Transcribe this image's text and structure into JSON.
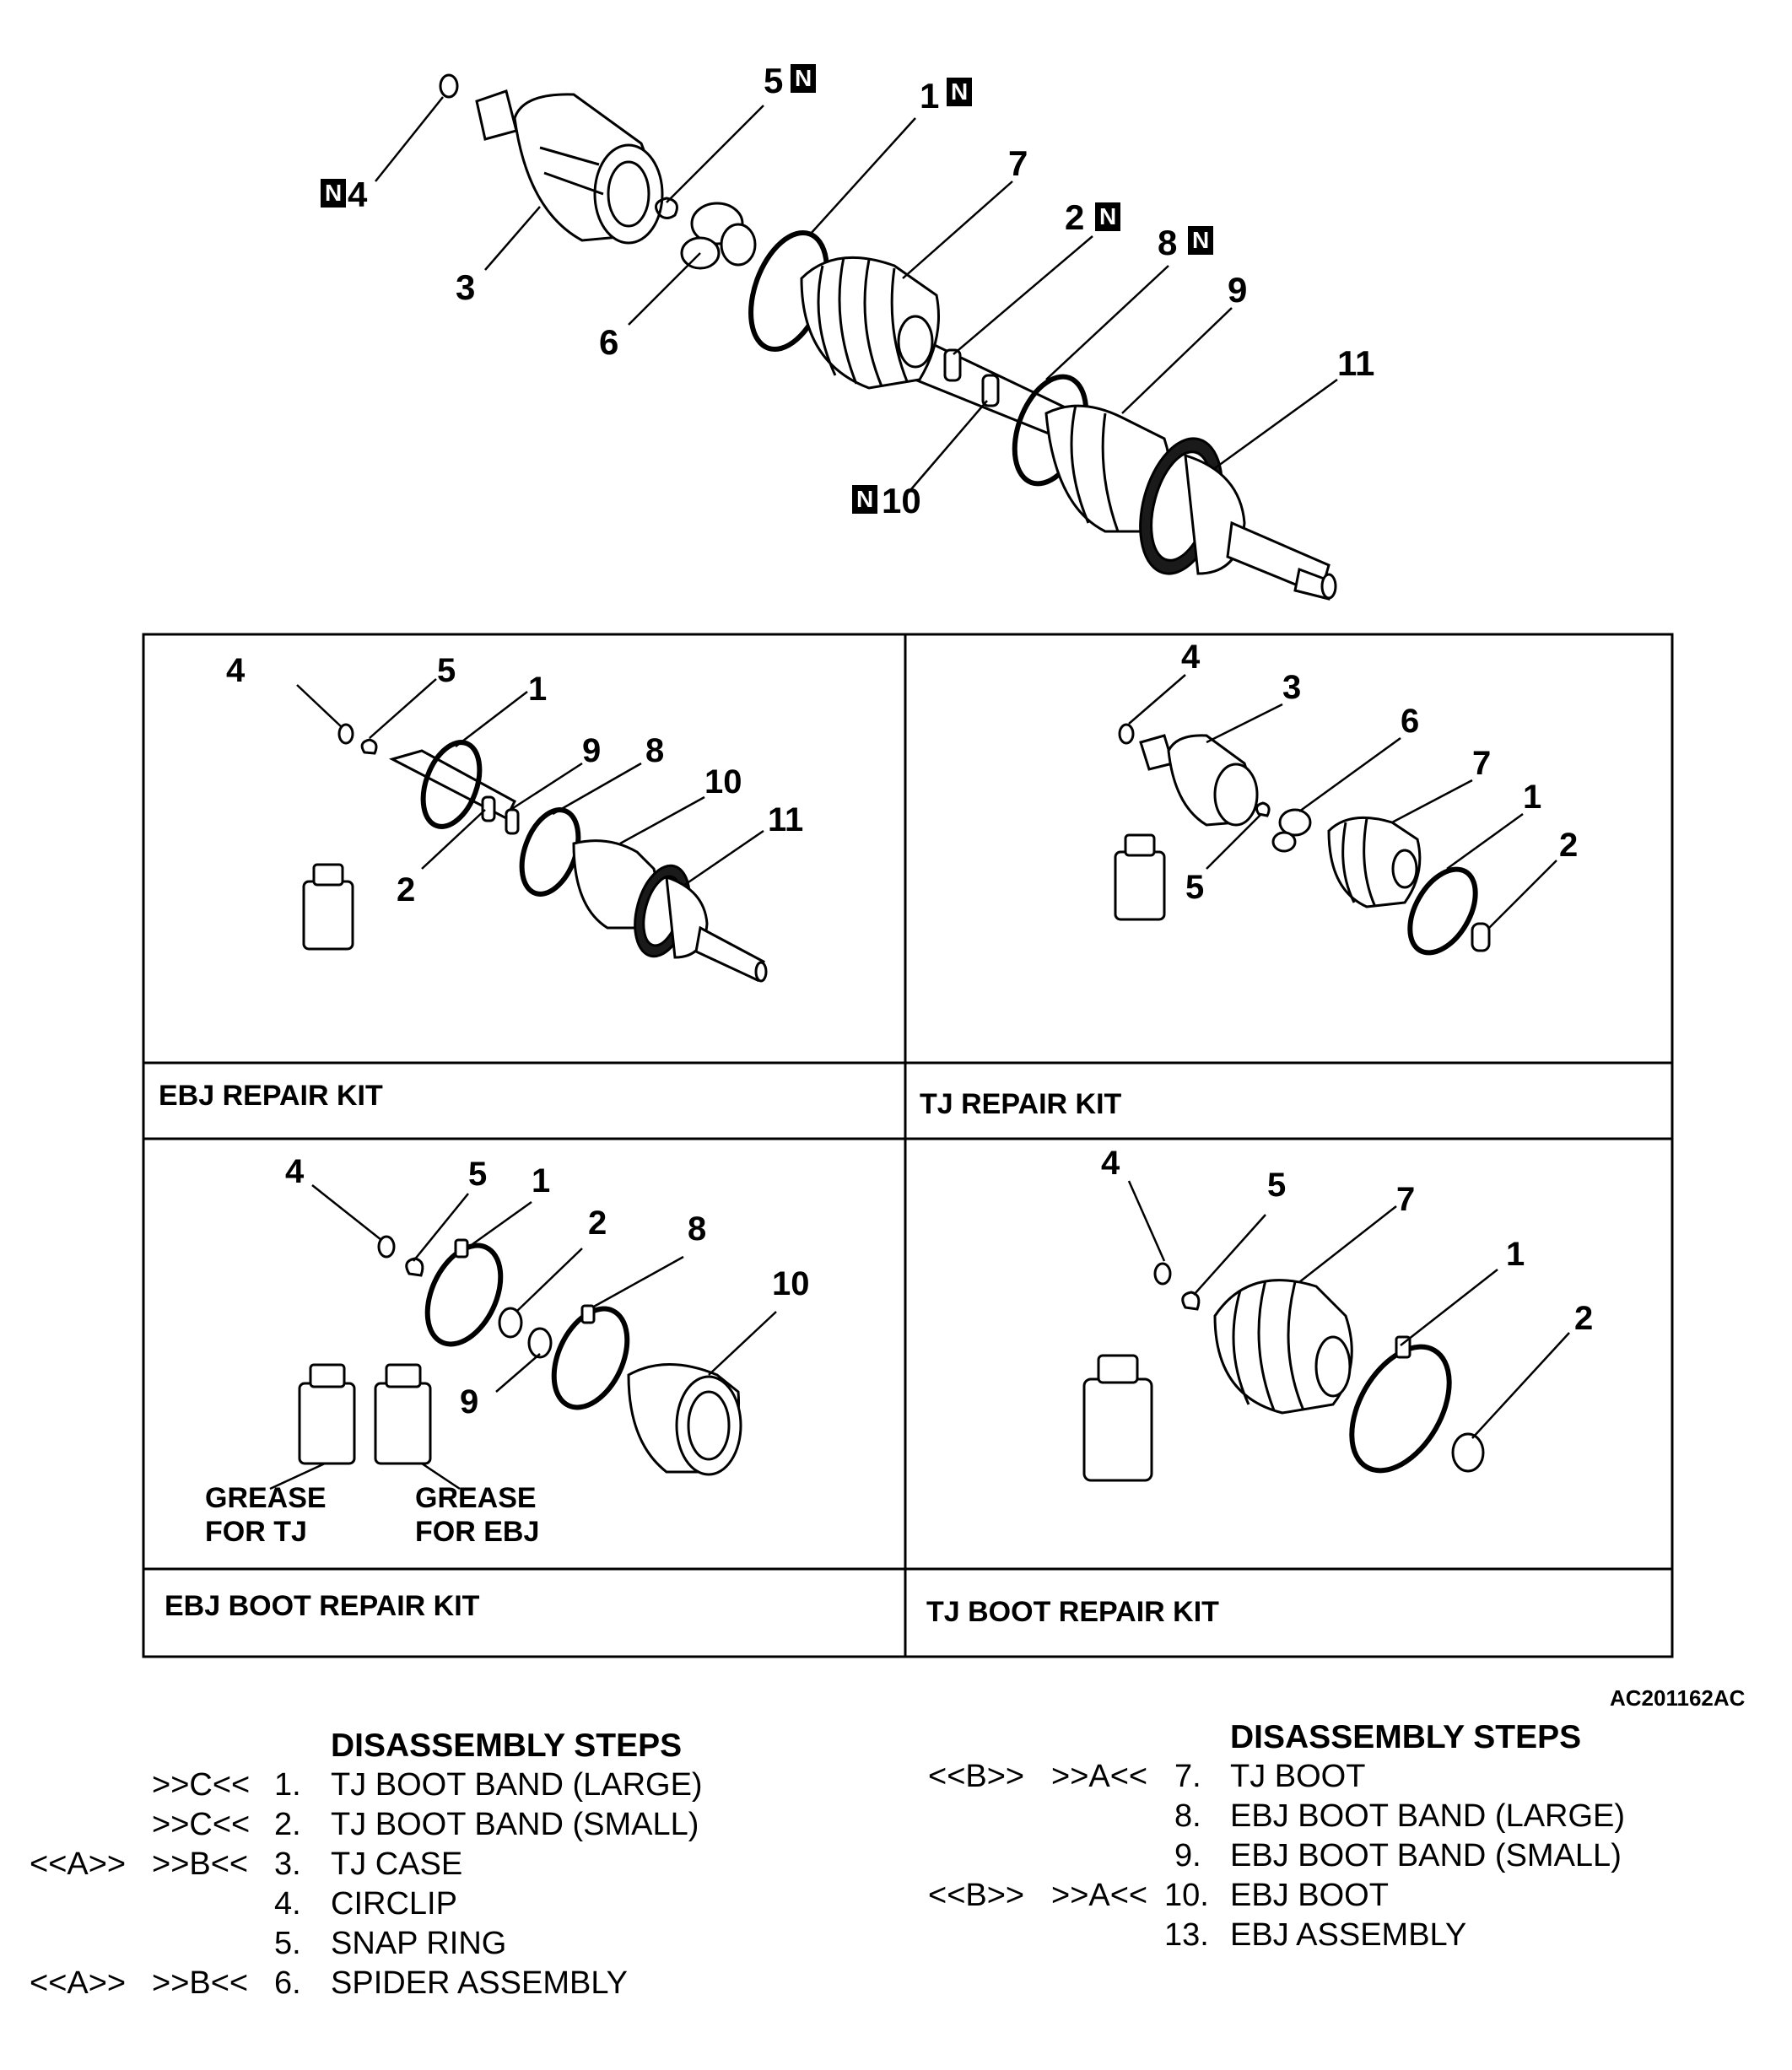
{
  "diagram_code": "AC201162AC",
  "badge_letter": "N",
  "main_labels": [
    {
      "id": "1",
      "text": "1",
      "badge": true
    },
    {
      "id": "2",
      "text": "2",
      "badge": true
    },
    {
      "id": "3",
      "text": "3",
      "badge": false
    },
    {
      "id": "4",
      "text": "4",
      "badge": true
    },
    {
      "id": "5",
      "text": "5",
      "badge": true
    },
    {
      "id": "6",
      "text": "6",
      "badge": false
    },
    {
      "id": "7",
      "text": "7",
      "badge": false
    },
    {
      "id": "8",
      "text": "8",
      "badge": true
    },
    {
      "id": "9",
      "text": "9",
      "badge": true
    },
    {
      "id": "10",
      "text": "10",
      "badge": false
    },
    {
      "id": "11",
      "text": "11",
      "badge": false
    }
  ],
  "kits": {
    "ebj_repair": {
      "title": "EBJ REPAIR KIT",
      "labels": [
        "4",
        "5",
        "1",
        "9",
        "8",
        "10",
        "11",
        "2"
      ]
    },
    "tj_repair": {
      "title": "TJ REPAIR KIT",
      "labels": [
        "4",
        "3",
        "6",
        "7",
        "1",
        "2",
        "5"
      ]
    },
    "ebj_boot_repair": {
      "title": "EBJ BOOT REPAIR KIT",
      "labels": [
        "4",
        "5",
        "1",
        "2",
        "8",
        "10",
        "9"
      ],
      "grease_tj": [
        "GREASE",
        "FOR TJ"
      ],
      "grease_ebj": [
        "GREASE",
        "FOR EBJ"
      ]
    },
    "tj_boot_repair": {
      "title": "TJ BOOT REPAIR KIT",
      "labels": [
        "4",
        "5",
        "7",
        "1",
        "2"
      ]
    }
  },
  "disassembly_left": {
    "title": "DISASSEMBLY STEPS",
    "steps": [
      {
        "tag1": "",
        "tag2": ">>C<<",
        "num": "1.",
        "text": "TJ BOOT BAND (LARGE)"
      },
      {
        "tag1": "",
        "tag2": ">>C<<",
        "num": "2.",
        "text": "TJ BOOT BAND (SMALL)"
      },
      {
        "tag1": "<<A>>",
        "tag2": ">>B<<",
        "num": "3.",
        "text": "TJ CASE"
      },
      {
        "tag1": "",
        "tag2": "",
        "num": "4.",
        "text": "CIRCLIP"
      },
      {
        "tag1": "",
        "tag2": "",
        "num": "5.",
        "text": "SNAP RING"
      },
      {
        "tag1": "<<A>>",
        "tag2": ">>B<<",
        "num": "6.",
        "text": "SPIDER ASSEMBLY"
      }
    ]
  },
  "disassembly_right": {
    "title": "DISASSEMBLY STEPS",
    "steps": [
      {
        "tag1": "<<B>>",
        "tag2": ">>A<<",
        "num": "7.",
        "text": "TJ BOOT"
      },
      {
        "tag1": "",
        "tag2": "",
        "num": "8.",
        "text": "EBJ BOOT BAND (LARGE)"
      },
      {
        "tag1": "",
        "tag2": "",
        "num": "9.",
        "text": "EBJ BOOT BAND (SMALL)"
      },
      {
        "tag1": "<<B>>",
        "tag2": ">>A<<",
        "num": "10.",
        "text": "EBJ BOOT"
      },
      {
        "tag1": "",
        "tag2": "",
        "num": "13.",
        "text": "EBJ ASSEMBLY"
      }
    ]
  }
}
